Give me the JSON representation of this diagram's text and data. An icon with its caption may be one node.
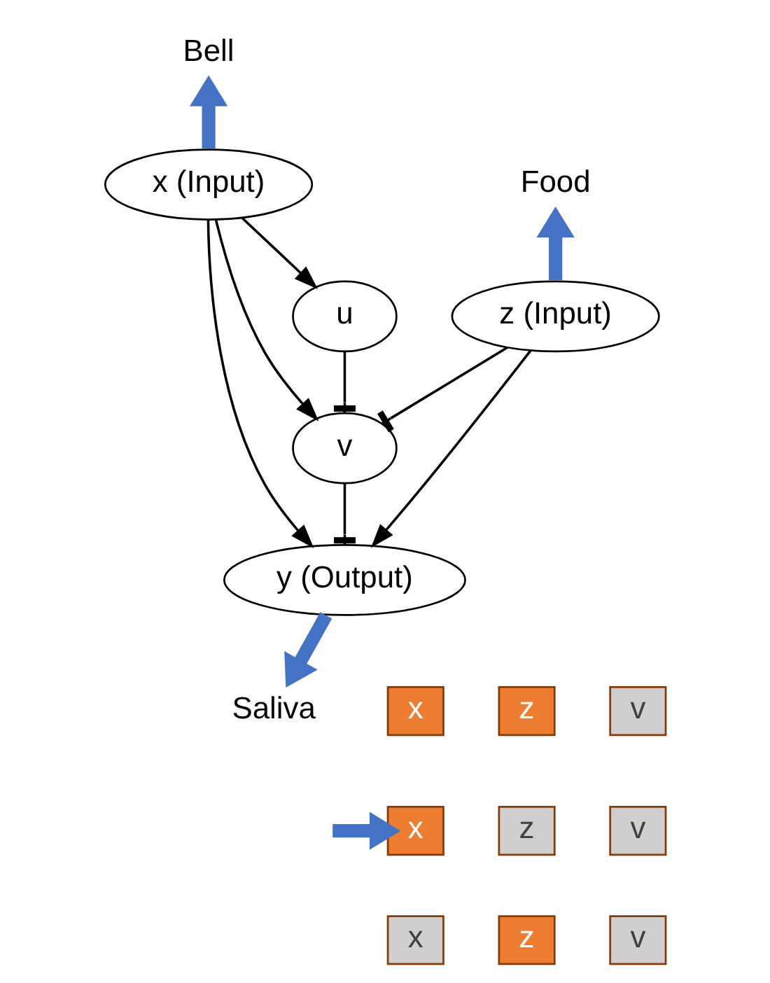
{
  "diagram": {
    "nodes": [
      {
        "text": [
          "Bell"
        ]
      },
      {
        "text": [
          "x (Input)"
        ]
      },
      {
        "text": [
          "Food"
        ]
      },
      {
        "text": [
          "u"
        ]
      },
      {
        "text": [
          "z (Input)"
        ]
      },
      {
        "text": [
          "v"
        ]
      },
      {
        "text": [
          "y (Output)"
        ]
      },
      {
        "text": [
          "Saliva"
        ]
      },
      {
        "text": [
          "x"
        ]
      },
      {
        "text": [
          "z"
        ]
      },
      {
        "text": [
          "v"
        ]
      },
      {
        "text": [
          "x"
        ]
      },
      {
        "text": [
          "z"
        ]
      },
      {
        "text": [
          "v"
        ]
      },
      {
        "text": [
          "x"
        ]
      },
      {
        "text": [
          "z"
        ]
      },
      {
        "text": [
          "v"
        ]
      }
    ],
    "edges": [
      {
        "from": 1,
        "to": 0,
        "arrow": "to",
        "style": "thick",
        "color": "#4472c4"
      },
      {
        "from": 4,
        "to": 2,
        "arrow": "to",
        "style": "thick",
        "color": "#4472c4"
      },
      {
        "from": 1,
        "to": 3,
        "arrow": "to"
      },
      {
        "from": 1,
        "to": 5,
        "arrow": "to"
      },
      {
        "from": 1,
        "to": 6,
        "arrow": "to"
      },
      {
        "from": 3,
        "to": 5,
        "arrow": "other"
      },
      {
        "from": 4,
        "to": 5,
        "arrow": "other"
      },
      {
        "from": 4,
        "to": 6,
        "arrow": "to"
      },
      {
        "from": 5,
        "to": 6,
        "arrow": "other"
      },
      {
        "from": 6,
        "to": 7,
        "arrow": "to",
        "style": "thick",
        "color": "#4472c4"
      },
      {
        "from": null,
        "to": 11,
        "arrow": "to",
        "style": "thick",
        "color": "#4472c4"
      }
    ]
  }
}
